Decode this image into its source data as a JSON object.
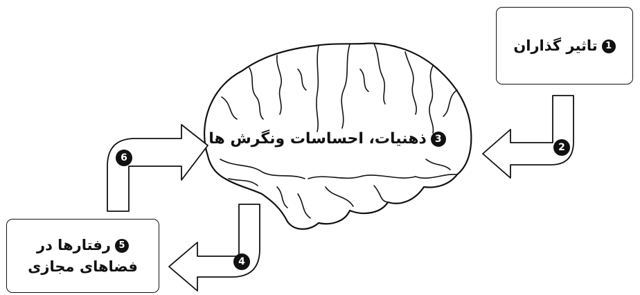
{
  "nodes": {
    "influencers": {
      "number": "1",
      "label": "تاثیر گذاران"
    },
    "mind": {
      "number": "3",
      "label": "ذهنیات، احساسات ونگرش ها"
    },
    "behaviors": {
      "number": "5",
      "label_line1": "رفتارها در",
      "label_line2": "فضاهای مجازی"
    }
  },
  "arrows": {
    "influencers_to_mind": {
      "number": "2"
    },
    "mind_to_behaviors": {
      "number": "4"
    },
    "behaviors_to_mind": {
      "number": "6"
    }
  },
  "colors": {
    "stroke": "#111111",
    "fill": "#ffffff",
    "badge": "#111111"
  },
  "central_image": "brain-icon"
}
